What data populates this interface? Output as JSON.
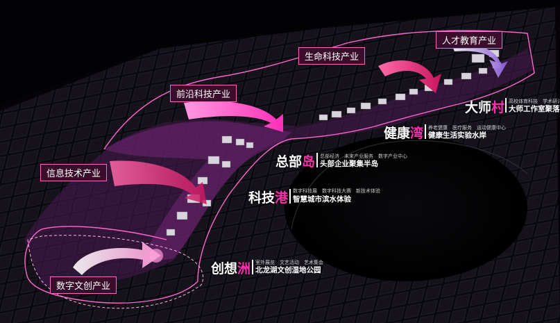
{
  "industry_labels": [
    {
      "id": "talent-education",
      "text": "人才教育产业"
    },
    {
      "id": "life-science",
      "text": "生命科技产业"
    },
    {
      "id": "frontier-tech",
      "text": "前沿科技产业"
    },
    {
      "id": "info-tech",
      "text": "信息技术产业"
    },
    {
      "id": "digital-culture",
      "text": "数字文创产业"
    }
  ],
  "zones": [
    {
      "id": "master-village",
      "name_main": "大师",
      "name_accent": "村",
      "tags": "高校体育科技　学术研讨",
      "subtitle": "大师工作室聚落"
    },
    {
      "id": "health-bay",
      "name_main": "健康",
      "name_accent": "湾",
      "tags": "养老健康　医疗服务　运动健康中心",
      "subtitle": "健康生活实验水岸"
    },
    {
      "id": "hq-island",
      "name_main": "总部",
      "name_accent": "岛",
      "tags": "总部经济　未来产业服务　数字产业中心",
      "subtitle": "头部企业聚集半岛"
    },
    {
      "id": "tech-harbor",
      "name_main": "科技",
      "name_accent": "港",
      "tags": "数字科技展　数字科技大赛　新技术体验",
      "subtitle": "智慧城市滨水体验"
    },
    {
      "id": "innovation-isle",
      "name_main": "创想",
      "name_accent": "洲",
      "tags": "室外展览　文艺活动　艺术集会",
      "subtitle": "北龙湖文创湿地公园"
    }
  ],
  "colors": {
    "accent": "#ff2fb0",
    "route": "#ff66cc",
    "arrow_light": "#ffb6e6",
    "arrow_mid": "#ff4fc8",
    "arrow_deep": "#e0207a",
    "arrow_purple": "#a070e0"
  }
}
